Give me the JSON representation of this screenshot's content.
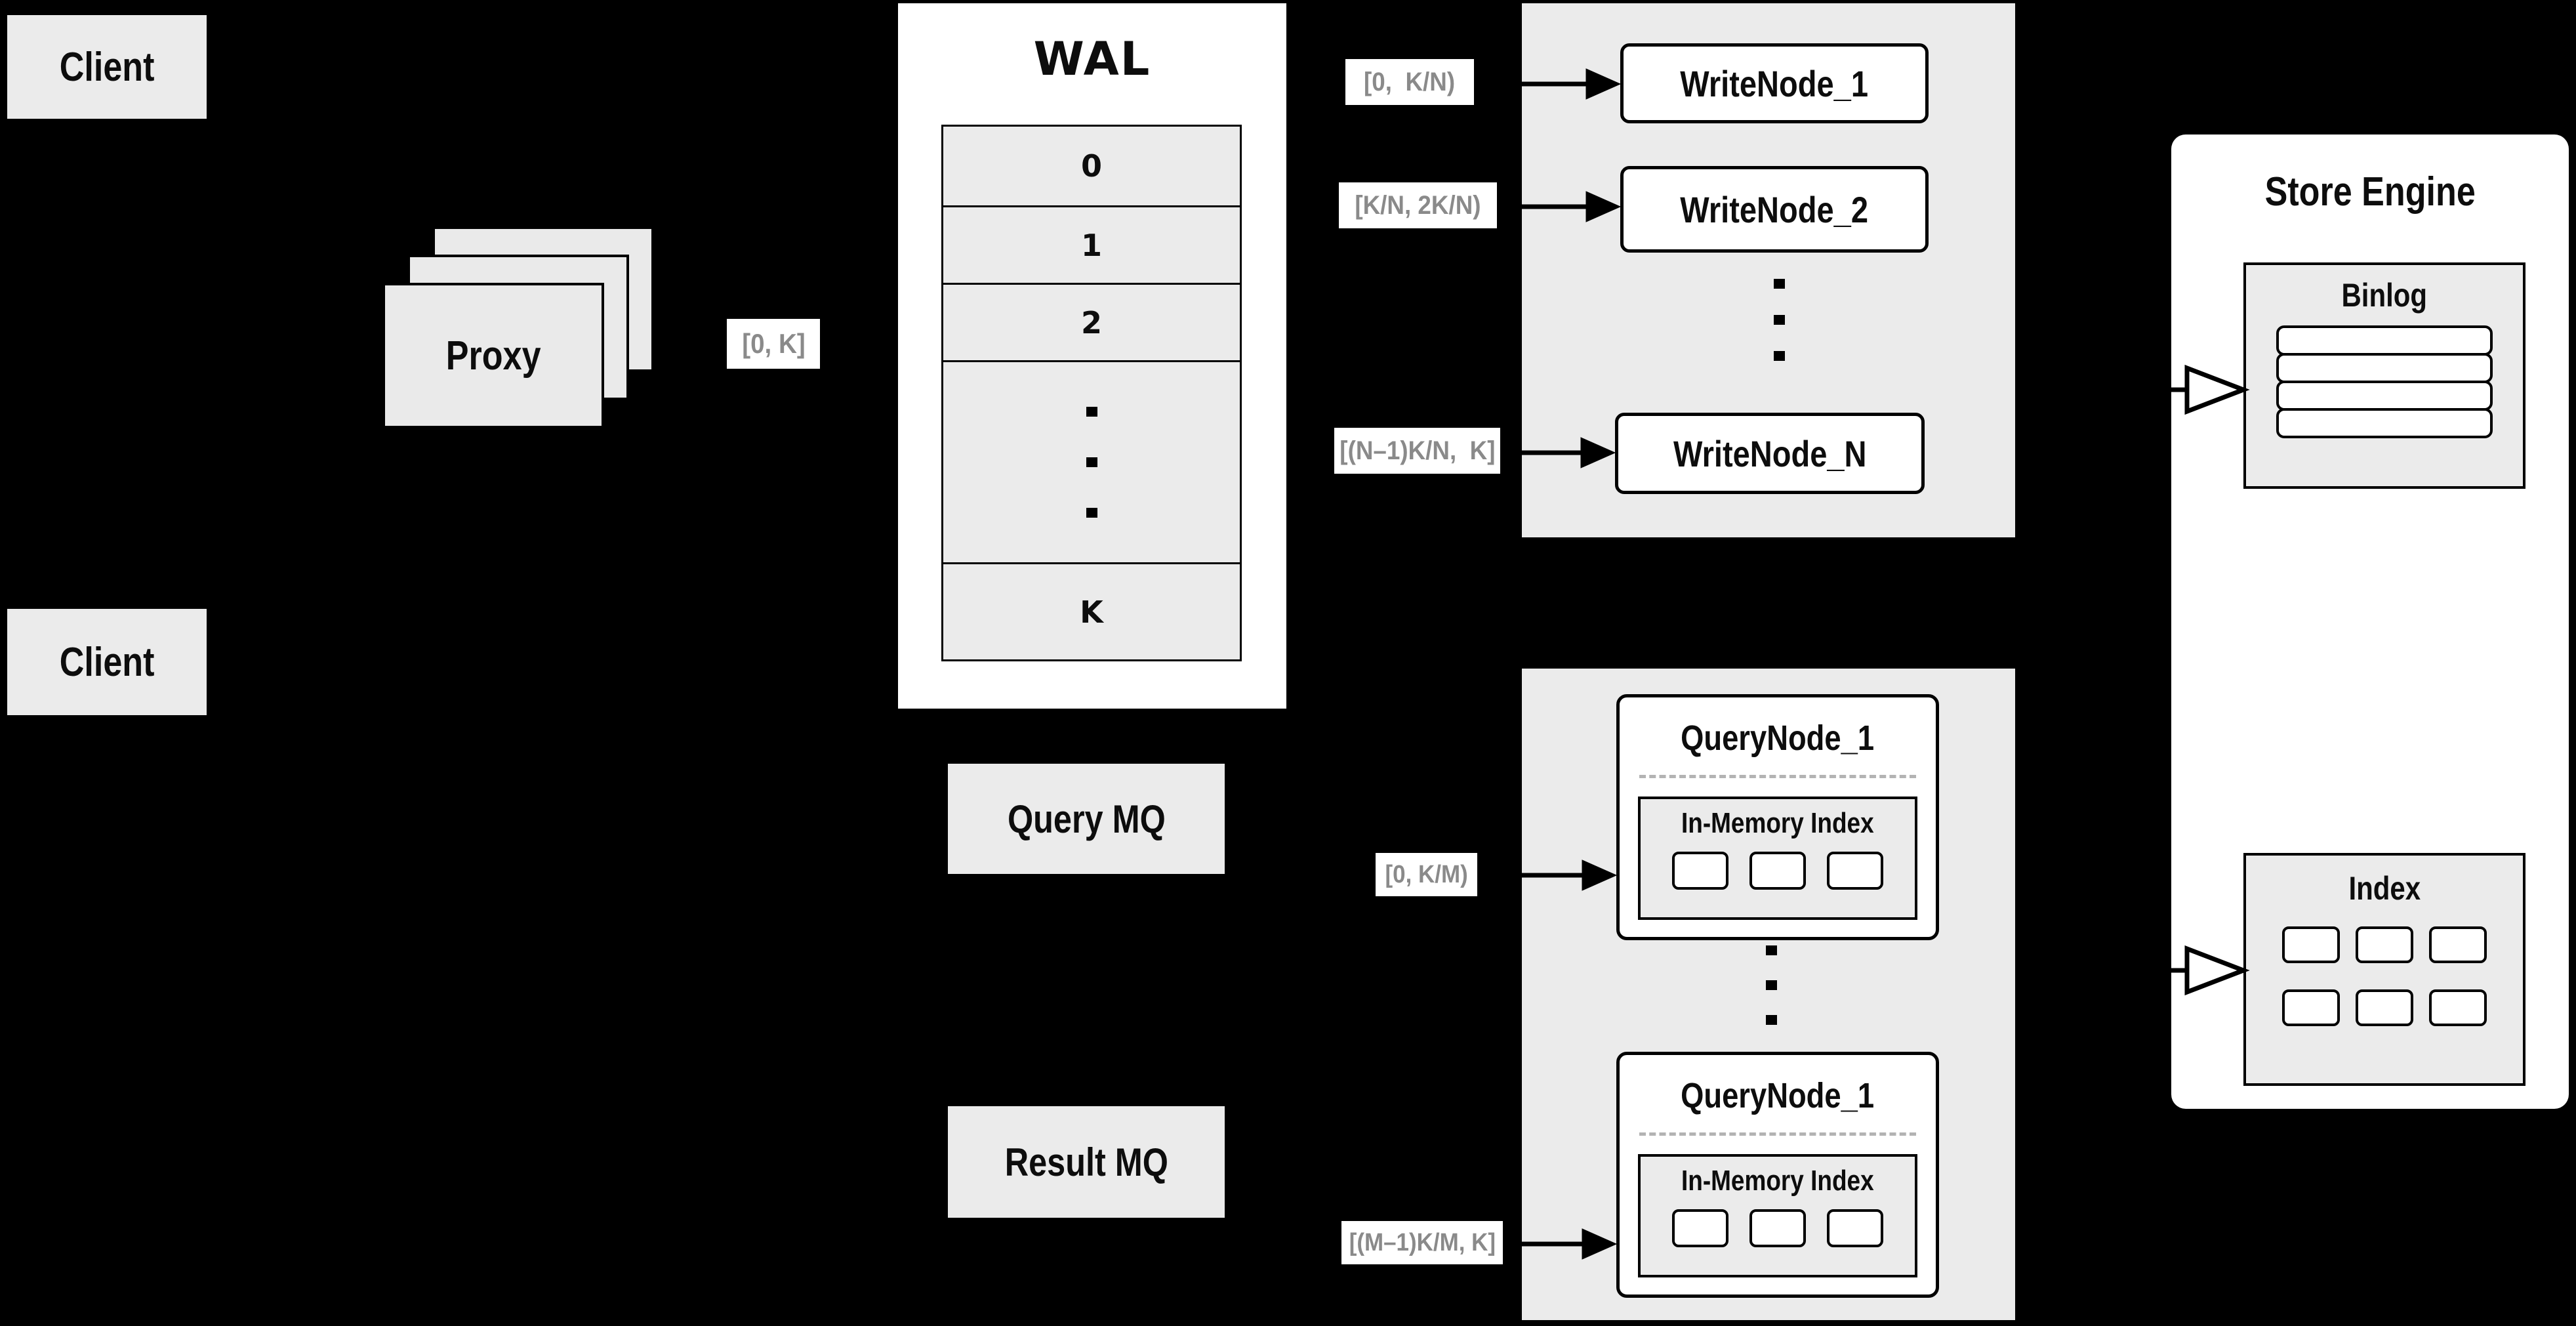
{
  "clients": {
    "top_label": "Client",
    "bottom_label": "Client"
  },
  "proxy": {
    "label": "Proxy",
    "range_label": "[0, K]"
  },
  "wal": {
    "title": "WAL",
    "rows": [
      "0",
      "1",
      "2",
      "K"
    ]
  },
  "write_cluster": {
    "labels": {
      "n1": "[0,  K/N)",
      "n2": "[K/N, 2K/N)",
      "nN": "[(N–1)K/N,  K]"
    },
    "nodes": {
      "n1": "WriteNode_1",
      "n2": "WriteNode_2",
      "nN": "WriteNode_N"
    }
  },
  "query_cluster": {
    "labels": {
      "q1": "[0, K/M)",
      "qM": "[(M–1)K/M, K]"
    },
    "nodes": {
      "top": {
        "title": "QueryNode_1",
        "inmem_title": "In-Memory Index"
      },
      "bottom": {
        "title": "QueryNode_1",
        "inmem_title": "In-Memory Index"
      }
    }
  },
  "mq": {
    "query_label": "Query MQ",
    "result_label": "Result MQ"
  },
  "store_engine": {
    "title": "Store Engine",
    "binlog_title": "Binlog",
    "index_title": "Index"
  },
  "colors": {
    "background": "#000000",
    "container_gray": "#ebebeb",
    "box_white": "#ffffff",
    "border_black": "#000000",
    "range_text_gray": "#8a8a8a",
    "dashed_divider_gray": "#b3b3b3"
  }
}
